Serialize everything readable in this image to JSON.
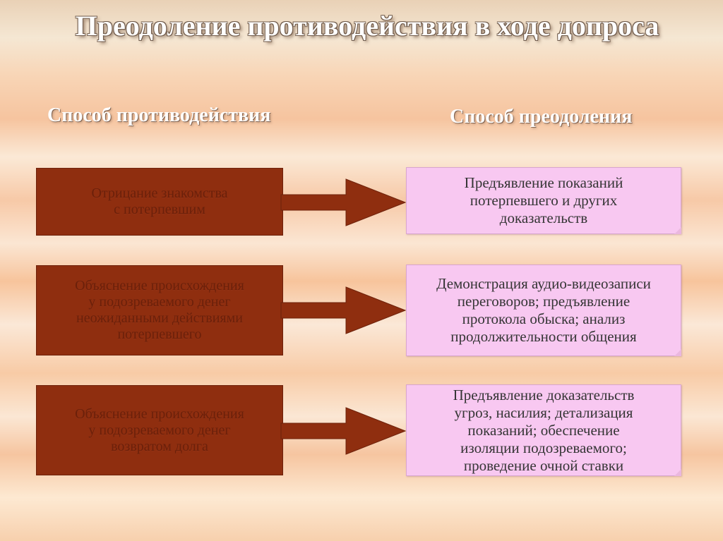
{
  "title": "Преодоление противодействия в ходе допроса",
  "headers": {
    "left": "Способ противодействия",
    "right": "Способ преодоления"
  },
  "rows": [
    {
      "counteraction": "Отрицание знакомства\nс потерпевшим",
      "overcoming": "Предъявление показаний\nпотерпевшего и других\nдоказательств"
    },
    {
      "counteraction": "Объяснение происхождения\nу подозреваемого денег\nнеожиданными действиями\nпотерпевшего",
      "overcoming": "Демонстрация аудио-видеозаписи\nпереговоров; предъявление\nпротокола обыска; анализ\nпродолжительности общения"
    },
    {
      "counteraction": "Объяснение происхождения\nу подозреваемого денег\nвозвратом долга",
      "overcoming": "Предъявление доказательств\nугроз, насилия; детализация\nпоказаний; обеспечение\nизоляции подозреваемого;\nпроведение очной ставки"
    }
  ],
  "colors": {
    "left_box_fill": "#8f2e0f",
    "right_box_fill": "#f8c8f1",
    "arrow_fill": "#8f2e0f"
  }
}
